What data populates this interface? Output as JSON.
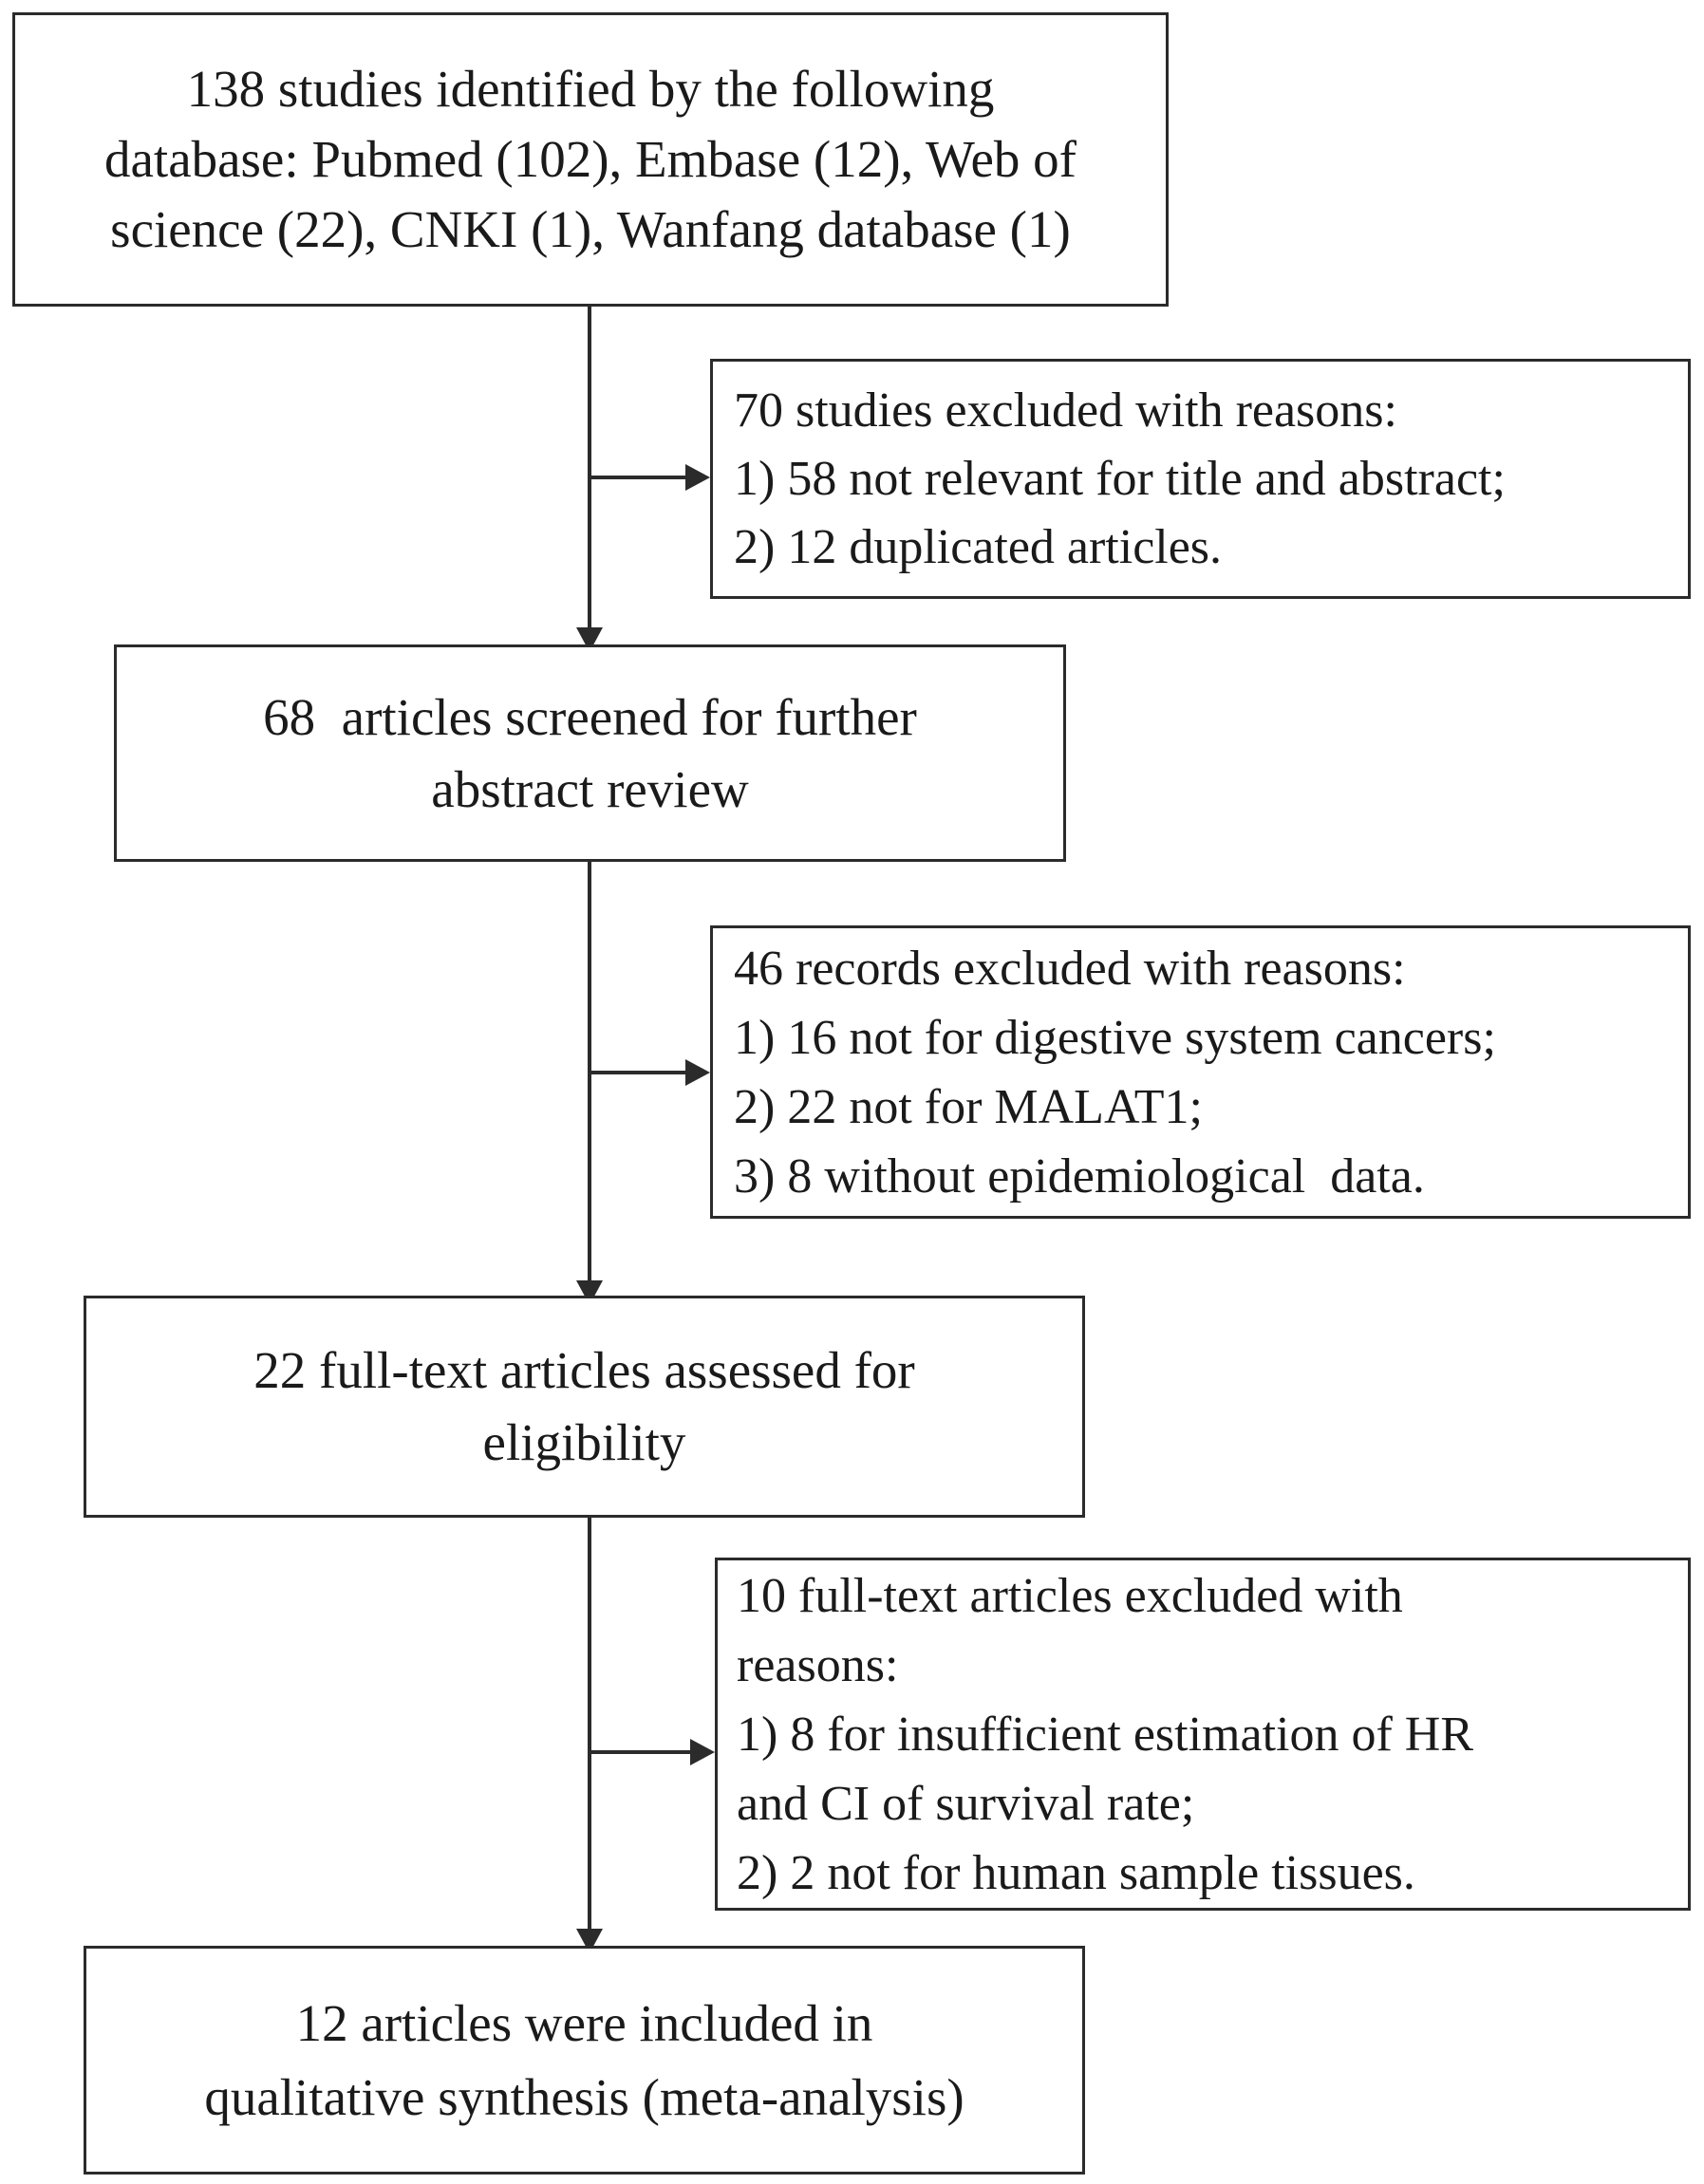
{
  "diagram": {
    "title": "PRISMA study selection flow diagram",
    "line_color": "#2b2b2b",
    "background_color": "#ffffff"
  },
  "boxes": {
    "identified": {
      "lines": [
        "138 studies identified by the following",
        "database: Pubmed (102), Embase (12), Web of",
        "science (22), CNKI (1), Wanfang database (1)"
      ]
    },
    "excluded_70": {
      "lines": [
        "70 studies excluded with reasons:",
        "1) 58 not relevant for title and abstract;",
        "2) 12 duplicated articles."
      ]
    },
    "screened_68": {
      "lines": [
        "68  articles screened for further",
        "abstract review"
      ]
    },
    "excluded_46": {
      "lines": [
        "46 records excluded with reasons:",
        "1) 16 not for digestive system cancers;",
        "2) 22 not for MALAT1;",
        "3) 8 without epidemiological  data."
      ]
    },
    "fulltext_22": {
      "lines": [
        "22 full-text articles assessed for",
        "eligibility"
      ]
    },
    "excluded_10": {
      "lines": [
        "10 full-text articles excluded with",
        "reasons:",
        "1) 8 for insufficient estimation of HR",
        "and CI of survival rate;",
        "2) 2 not for human sample tissues."
      ]
    },
    "included_12": {
      "lines": [
        "12 articles were included in",
        "qualitative synthesis (meta-analysis)"
      ]
    }
  },
  "chart_data": {
    "type": "table",
    "title": "PRISMA study selection flow",
    "stages": [
      {
        "stage": "identified",
        "count": 138,
        "label": "138 studies identified by the following database: Pubmed (102), Embase (12), Web of science (22), CNKI (1), Wanfang database (1)"
      },
      {
        "stage": "excluded_after_title_abstract",
        "count": 70,
        "label": "70 studies excluded with reasons"
      },
      {
        "stage": "screened",
        "count": 68,
        "label": "68 articles screened for further abstract review"
      },
      {
        "stage": "excluded_after_abstract",
        "count": 46,
        "label": "46 records excluded with reasons"
      },
      {
        "stage": "full_text_assessed",
        "count": 22,
        "label": "22 full-text articles assessed for eligibility"
      },
      {
        "stage": "excluded_full_text",
        "count": 10,
        "label": "10 full-text articles excluded with reasons"
      },
      {
        "stage": "included",
        "count": 12,
        "label": "12 articles were included in qualitative synthesis (meta-analysis)"
      }
    ],
    "sources": [
      {
        "name": "Pubmed",
        "records": 102
      },
      {
        "name": "Embase",
        "records": 12
      },
      {
        "name": "Web of science",
        "records": 22
      },
      {
        "name": "CNKI",
        "records": 1
      },
      {
        "name": "Wanfang database",
        "records": 1
      }
    ],
    "exclusion_reasons": [
      {
        "after_stage": "identified",
        "total": 70,
        "reasons": [
          {
            "index": "1)",
            "count": 58,
            "text": "not relevant for title and abstract"
          },
          {
            "index": "2)",
            "count": 12,
            "text": "duplicated articles"
          }
        ]
      },
      {
        "after_stage": "screened",
        "total": 46,
        "reasons": [
          {
            "index": "1)",
            "count": 16,
            "text": "not for digestive system cancers"
          },
          {
            "index": "2)",
            "count": 22,
            "text": "not for MALAT1"
          },
          {
            "index": "3)",
            "count": 8,
            "text": "without epidemiological data"
          }
        ]
      },
      {
        "after_stage": "full_text_assessed",
        "total": 10,
        "reasons": [
          {
            "index": "1)",
            "count": 8,
            "text": "for insufficient estimation of HR and CI of survival rate"
          },
          {
            "index": "2)",
            "count": 2,
            "text": "not for human sample tissues"
          }
        ]
      }
    ]
  }
}
